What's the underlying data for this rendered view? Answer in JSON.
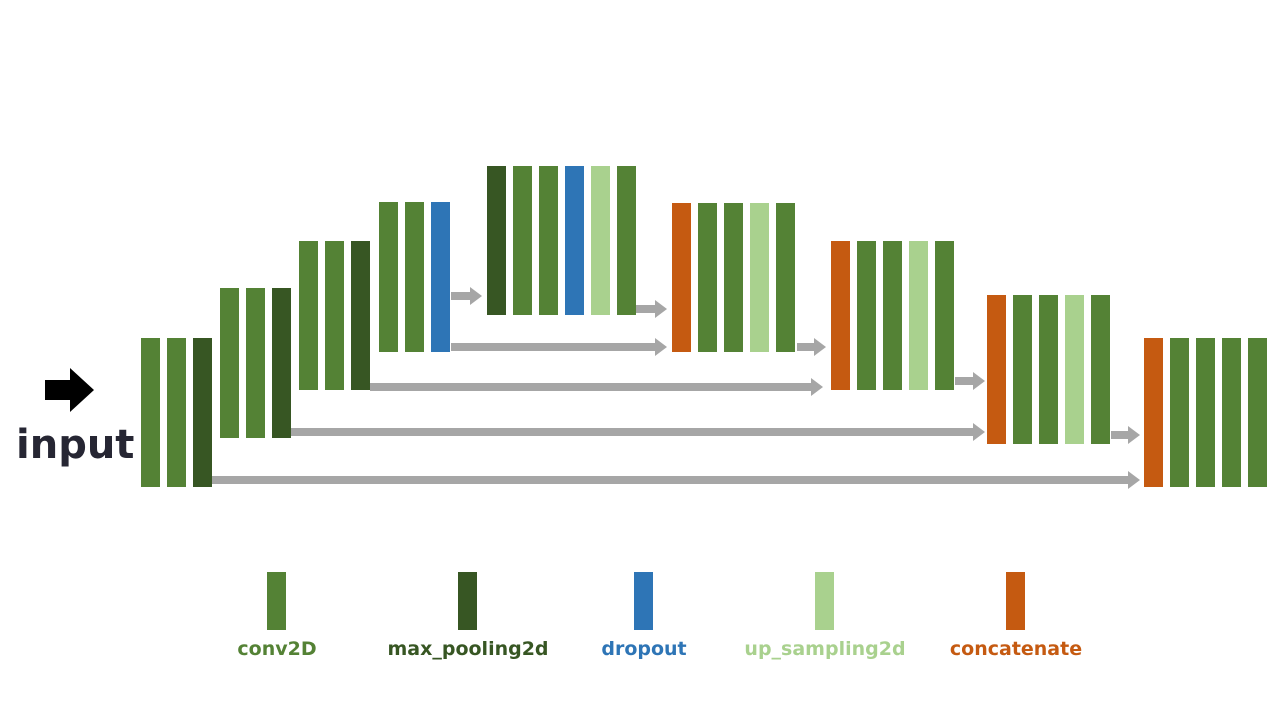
{
  "colors": {
    "conv2D": "#548235",
    "max_pooling2d": "#375623",
    "dropout": "#2e75b6",
    "up_sampling2d": "#a9d18e",
    "concatenate": "#c55a11",
    "arrow": "#a6a6a6",
    "input_arrow": "#000000",
    "input_text": "#262633"
  },
  "input": {
    "label": "input",
    "arrow_icon": "right-arrow-icon"
  },
  "blocks": [
    {
      "name": "block-1",
      "layers": [
        "conv2D",
        "conv2D",
        "max_pooling2d"
      ]
    },
    {
      "name": "block-2",
      "layers": [
        "conv2D",
        "conv2D",
        "max_pooling2d"
      ]
    },
    {
      "name": "block-3",
      "layers": [
        "conv2D",
        "conv2D",
        "max_pooling2d"
      ]
    },
    {
      "name": "block-4",
      "layers": [
        "conv2D",
        "conv2D",
        "dropout"
      ]
    },
    {
      "name": "block-5",
      "layers": [
        "max_pooling2d",
        "conv2D",
        "conv2D",
        "dropout",
        "up_sampling2d",
        "conv2D"
      ]
    },
    {
      "name": "block-6",
      "layers": [
        "concatenate",
        "conv2D",
        "conv2D",
        "up_sampling2d",
        "conv2D"
      ]
    },
    {
      "name": "block-7",
      "layers": [
        "concatenate",
        "conv2D",
        "conv2D",
        "up_sampling2d",
        "conv2D"
      ]
    },
    {
      "name": "block-8",
      "layers": [
        "concatenate",
        "conv2D",
        "conv2D",
        "up_sampling2d",
        "conv2D"
      ]
    },
    {
      "name": "block-9",
      "layers": [
        "concatenate",
        "conv2D",
        "conv2D",
        "conv2D",
        "conv2D"
      ]
    }
  ],
  "connections": [
    {
      "from": "block-4",
      "to": "block-5",
      "kind": "sequential"
    },
    {
      "from": "block-5",
      "to": "block-6",
      "kind": "sequential"
    },
    {
      "from": "block-6",
      "to": "block-7",
      "kind": "sequential"
    },
    {
      "from": "block-7",
      "to": "block-8",
      "kind": "sequential"
    },
    {
      "from": "block-8",
      "to": "block-9",
      "kind": "sequential"
    },
    {
      "from": "block-4",
      "to": "block-6",
      "kind": "skip"
    },
    {
      "from": "block-3",
      "to": "block-7",
      "kind": "skip"
    },
    {
      "from": "block-2",
      "to": "block-8",
      "kind": "skip"
    },
    {
      "from": "block-1",
      "to": "block-9",
      "kind": "skip"
    }
  ],
  "legend": [
    {
      "key": "conv2D",
      "label": "conv2D"
    },
    {
      "key": "max_pooling2d",
      "label": "max_pooling2d"
    },
    {
      "key": "dropout",
      "label": "dropout"
    },
    {
      "key": "up_sampling2d",
      "label": "up_sampling2d"
    },
    {
      "key": "concatenate",
      "label": "concatenate"
    }
  ]
}
